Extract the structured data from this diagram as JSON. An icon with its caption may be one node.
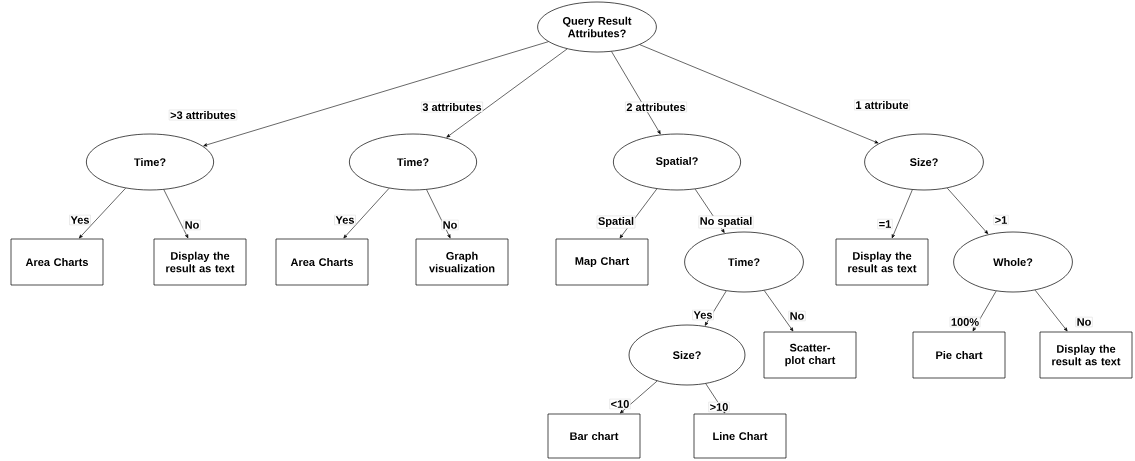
{
  "diagram": {
    "nodes": [
      {
        "text": [
          "Query Result Attributes?"
        ]
      },
      {
        "text": [
          "Time?"
        ]
      },
      {
        "text": [
          "Area Charts"
        ]
      },
      {
        "text": [
          "Display the result as text"
        ]
      },
      {
        "text": [
          "Time?"
        ]
      },
      {
        "text": [
          "Area Charts"
        ]
      },
      {
        "text": [
          "Graph visualization"
        ]
      },
      {
        "text": [
          "Spatial?"
        ]
      },
      {
        "text": [
          "Map Chart"
        ]
      },
      {
        "text": [
          "Time?"
        ]
      },
      {
        "text": [
          "Size?"
        ]
      },
      {
        "text": [
          "Scatter-plot chart"
        ]
      },
      {
        "text": [
          "Bar chart"
        ]
      },
      {
        "text": [
          "Line Chart"
        ]
      },
      {
        "text": [
          "Size?"
        ]
      },
      {
        "text": [
          "Display the result as text"
        ]
      },
      {
        "text": [
          "Whole?"
        ]
      },
      {
        "text": [
          "Pie chart"
        ]
      },
      {
        "text": [
          "Display the result as text"
        ]
      }
    ],
    "edges": [
      {
        "from": 0,
        "to": 1,
        "arrow": "to",
        "label": ">3 attributes"
      },
      {
        "from": 0,
        "to": 4,
        "arrow": "to",
        "label": "3 attributes"
      },
      {
        "from": 0,
        "to": 7,
        "arrow": "to",
        "label": "2 attributes"
      },
      {
        "from": 0,
        "to": 14,
        "arrow": "to",
        "label": "1 attribute"
      },
      {
        "from": 1,
        "to": 2,
        "arrow": "to",
        "label": "Yes"
      },
      {
        "from": 1,
        "to": 3,
        "arrow": "to",
        "label": "No"
      },
      {
        "from": 4,
        "to": 5,
        "arrow": "to",
        "label": "Yes"
      },
      {
        "from": 4,
        "to": 6,
        "arrow": "to",
        "label": "No"
      },
      {
        "from": 7,
        "to": 8,
        "arrow": "to",
        "label": "Spatial"
      },
      {
        "from": 7,
        "to": 9,
        "arrow": "to",
        "label": "No spatial"
      },
      {
        "from": 9,
        "to": 10,
        "arrow": "to",
        "label": "Yes"
      },
      {
        "from": 9,
        "to": 11,
        "arrow": "to",
        "label": "No"
      },
      {
        "from": 10,
        "to": 12,
        "arrow": "to",
        "label": "<10"
      },
      {
        "from": 10,
        "to": 13,
        "arrow": "to",
        "label": ">10"
      },
      {
        "from": 14,
        "to": 15,
        "arrow": "to",
        "label": "=1"
      },
      {
        "from": 14,
        "to": 16,
        "arrow": "to",
        "label": ">1"
      },
      {
        "from": 16,
        "to": 17,
        "arrow": "to",
        "label": "100%"
      },
      {
        "from": 16,
        "to": 18,
        "arrow": "to",
        "label": "No"
      }
    ]
  }
}
